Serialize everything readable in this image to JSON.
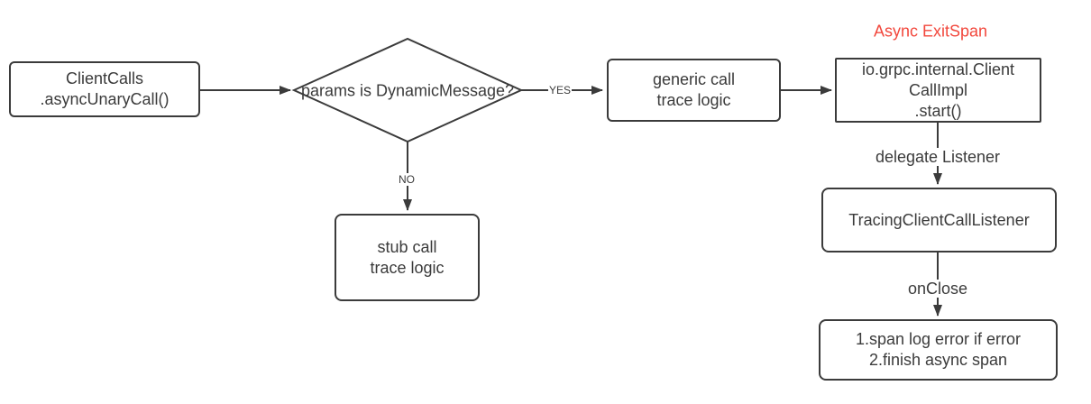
{
  "diagram": {
    "annotation": "Async ExitSpan",
    "colors": {
      "stroke": "#3b3b3b",
      "text": "#3b3b3b",
      "annotation_red": "#f2483d",
      "background": "#ffffff"
    },
    "nodes": {
      "client_calls": {
        "shape": "rounded-rect",
        "lines": [
          "ClientCalls",
          ".asyncUnaryCall()"
        ]
      },
      "decision": {
        "shape": "diamond",
        "lines": [
          "params",
          "is DynamicMessage?"
        ]
      },
      "generic_call": {
        "shape": "rounded-rect",
        "lines": [
          "generic call",
          "trace logic"
        ]
      },
      "client_call_impl": {
        "shape": "rect",
        "lines": [
          "io.grpc.internal.Client",
          "CallImpl",
          ".start()"
        ]
      },
      "stub_call": {
        "shape": "rounded-rect",
        "lines": [
          "stub call",
          "trace logic"
        ]
      },
      "tracing_listener": {
        "shape": "rounded-rect",
        "lines": [
          "TracingClientCallListener"
        ]
      },
      "on_close_actions": {
        "shape": "rounded-rect",
        "lines": [
          "1.span log error if error",
          "2.finish async span"
        ]
      }
    },
    "edge_labels": {
      "yes": "YES",
      "no": "NO",
      "delegate": "delegate Listener",
      "on_close": "onClose"
    }
  }
}
